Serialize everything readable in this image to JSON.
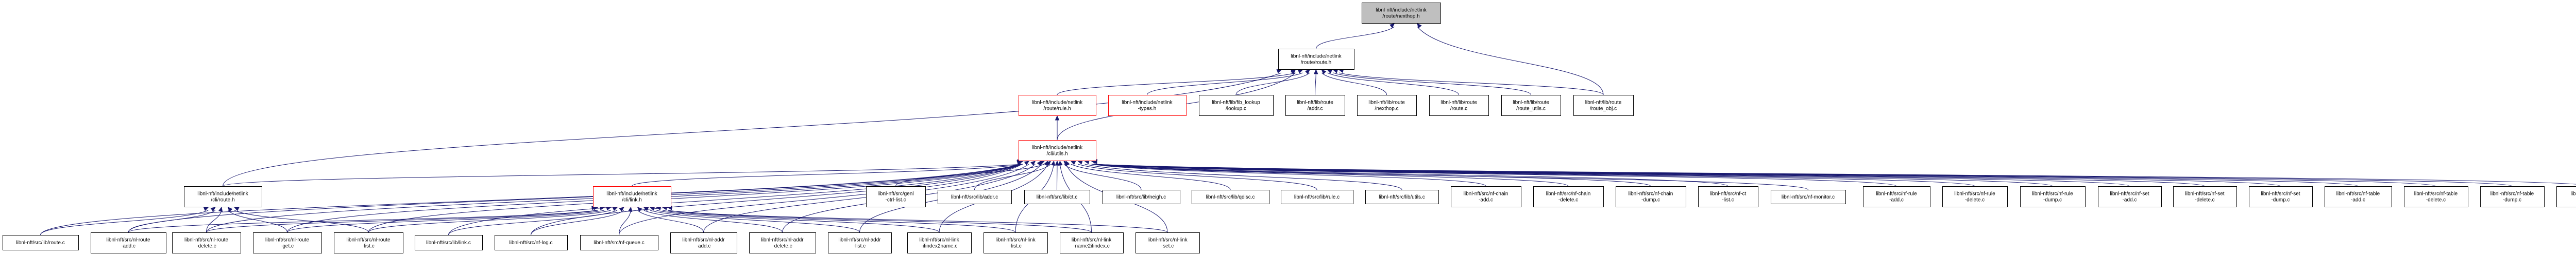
{
  "graph": {
    "colors": {
      "edge": "#191970",
      "highlight_fill": "#bfbfbf",
      "warning_border": "#ff0000",
      "border": "#000000"
    },
    "nodes": [
      {
        "id": "nexthop_h",
        "lines": [
          "libnl-nft/include/netlink",
          "/route/nexthop.h"
        ],
        "style": "highlight"
      },
      {
        "id": "route_h",
        "lines": [
          "libnl-nft/include/netlink",
          "/route/route.h"
        ],
        "style": "normal"
      },
      {
        "id": "rule_h",
        "lines": [
          "libnl-nft/include/netlink",
          "/route/rule.h"
        ],
        "style": "red"
      },
      {
        "id": "types_h",
        "lines": [
          "libnl-nft/include/netlink",
          "-types.h"
        ],
        "style": "red"
      },
      {
        "id": "lookup_c",
        "lines": [
          "libnl-nft/lib/fib_lookup",
          "/lookup.c"
        ],
        "style": "normal"
      },
      {
        "id": "addr_c",
        "lines": [
          "libnl-nft/lib/route",
          "/addr.c"
        ],
        "style": "normal"
      },
      {
        "id": "nexthop_c",
        "lines": [
          "libnl-nft/lib/route",
          "/nexthop.c"
        ],
        "style": "normal"
      },
      {
        "id": "route_c",
        "lines": [
          "libnl-nft/lib/route",
          "/route.c"
        ],
        "style": "normal"
      },
      {
        "id": "route_utils_c",
        "lines": [
          "libnl-nft/lib/route",
          "/route_utils.c"
        ],
        "style": "normal"
      },
      {
        "id": "route_obj_c",
        "lines": [
          "libnl-nft/lib/route",
          "/route_obj.c"
        ],
        "style": "normal"
      },
      {
        "id": "utils_h",
        "lines": [
          "libnl-nft/include/netlink",
          "/cli/utils.h"
        ],
        "style": "red"
      },
      {
        "id": "cli_route_h",
        "lines": [
          "libnl-nft/include/netlink",
          "/cli/route.h"
        ],
        "style": "normal"
      },
      {
        "id": "cli_link_h",
        "lines": [
          "libnl-nft/include/netlink",
          "/cli/link.h"
        ],
        "style": "red"
      },
      {
        "id": "genl_ctrl_list",
        "lines": [
          "libnl-nft/src/genl",
          "-ctrl-list.c"
        ],
        "style": "normal"
      },
      {
        "id": "lib_addr",
        "lines": [
          "libnl-nft/src/lib/addr.c"
        ],
        "style": "normal"
      },
      {
        "id": "lib_ct",
        "lines": [
          "libnl-nft/src/lib/ct.c"
        ],
        "style": "normal"
      },
      {
        "id": "lib_neigh",
        "lines": [
          "libnl-nft/src/lib/neigh.c"
        ],
        "style": "normal"
      },
      {
        "id": "lib_qdisc",
        "lines": [
          "libnl-nft/src/lib/qdisc.c"
        ],
        "style": "normal"
      },
      {
        "id": "lib_rule",
        "lines": [
          "libnl-nft/src/lib/rule.c"
        ],
        "style": "normal"
      },
      {
        "id": "lib_utils",
        "lines": [
          "libnl-nft/src/lib/utils.c"
        ],
        "style": "normal"
      },
      {
        "id": "chain_add",
        "lines": [
          "libnl-nft/src/nf-chain",
          "-add.c"
        ],
        "style": "normal"
      },
      {
        "id": "chain_delete",
        "lines": [
          "libnl-nft/src/nf-chain",
          "-delete.c"
        ],
        "style": "normal"
      },
      {
        "id": "chain_dump",
        "lines": [
          "libnl-nft/src/nf-chain",
          "-dump.c"
        ],
        "style": "normal"
      },
      {
        "id": "ct_list",
        "lines": [
          "libnl-nft/src/nf-ct",
          "-list.c"
        ],
        "style": "normal"
      },
      {
        "id": "monitor",
        "lines": [
          "libnl-nft/src/nf-monitor.c"
        ],
        "style": "normal"
      },
      {
        "id": "rule_add",
        "lines": [
          "libnl-nft/src/nf-rule",
          "-add.c"
        ],
        "style": "normal"
      },
      {
        "id": "rule_delete",
        "lines": [
          "libnl-nft/src/nf-rule",
          "-delete.c"
        ],
        "style": "normal"
      },
      {
        "id": "rule_dump",
        "lines": [
          "libnl-nft/src/nf-rule",
          "-dump.c"
        ],
        "style": "normal"
      },
      {
        "id": "set_add",
        "lines": [
          "libnl-nft/src/nf-set",
          "-add.c"
        ],
        "style": "normal"
      },
      {
        "id": "set_delete",
        "lines": [
          "libnl-nft/src/nf-set",
          "-delete.c"
        ],
        "style": "normal"
      },
      {
        "id": "set_dump",
        "lines": [
          "libnl-nft/src/nf-set",
          "-dump.c"
        ],
        "style": "normal"
      },
      {
        "id": "table_add",
        "lines": [
          "libnl-nft/src/nf-table",
          "-add.c"
        ],
        "style": "normal"
      },
      {
        "id": "table_delete",
        "lines": [
          "libnl-nft/src/nf-table",
          "-delete.c"
        ],
        "style": "normal"
      },
      {
        "id": "table_dump",
        "lines": [
          "libnl-nft/src/nf-table",
          "-dump.c"
        ],
        "style": "normal"
      },
      {
        "id": "fib_lookup",
        "lines": [
          "libnl-nft/src/nl-fib",
          "-lookup.c"
        ],
        "style": "normal"
      },
      {
        "id": "src_lib_route",
        "lines": [
          "libnl-nft/src/lib/route.c"
        ],
        "style": "normal"
      },
      {
        "id": "nl_route_add",
        "lines": [
          "libnl-nft/src/nl-route",
          "-add.c"
        ],
        "style": "normal"
      },
      {
        "id": "nl_route_delete",
        "lines": [
          "libnl-nft/src/nl-route",
          "-delete.c"
        ],
        "style": "normal"
      },
      {
        "id": "nl_route_get",
        "lines": [
          "libnl-nft/src/nl-route",
          "-get.c"
        ],
        "style": "normal"
      },
      {
        "id": "nl_route_list",
        "lines": [
          "libnl-nft/src/nl-route",
          "-list.c"
        ],
        "style": "normal"
      },
      {
        "id": "src_lib_link",
        "lines": [
          "libnl-nft/src/lib/link.c"
        ],
        "style": "normal"
      },
      {
        "id": "nf_log",
        "lines": [
          "libnl-nft/src/nf-log.c"
        ],
        "style": "normal"
      },
      {
        "id": "nf_queue",
        "lines": [
          "libnl-nft/src/nf-queue.c"
        ],
        "style": "normal"
      },
      {
        "id": "nl_addr_add",
        "lines": [
          "libnl-nft/src/nl-addr",
          "-add.c"
        ],
        "style": "normal"
      },
      {
        "id": "nl_addr_delete",
        "lines": [
          "libnl-nft/src/nl-addr",
          "-delete.c"
        ],
        "style": "normal"
      },
      {
        "id": "nl_addr_list",
        "lines": [
          "libnl-nft/src/nl-addr",
          "-list.c"
        ],
        "style": "normal"
      },
      {
        "id": "nl_link_ifindex2name",
        "lines": [
          "libnl-nft/src/nl-link",
          "-ifindex2name.c"
        ],
        "style": "normal"
      },
      {
        "id": "nl_link_list",
        "lines": [
          "libnl-nft/src/nl-link",
          "-list.c"
        ],
        "style": "normal"
      },
      {
        "id": "nl_link_name2ifindex",
        "lines": [
          "libnl-nft/src/nl-link",
          "-name2ifindex.c"
        ],
        "style": "normal"
      },
      {
        "id": "nl_link_set",
        "lines": [
          "libnl-nft/src/nl-link",
          "-set.c"
        ],
        "style": "normal"
      }
    ],
    "edges": [
      [
        "route_h",
        "nexthop_h"
      ],
      [
        "route_obj_c",
        "nexthop_h"
      ],
      [
        "rule_h",
        "route_h"
      ],
      [
        "types_h",
        "route_h"
      ],
      [
        "lookup_c",
        "route_h"
      ],
      [
        "addr_c",
        "route_h"
      ],
      [
        "nexthop_c",
        "route_h"
      ],
      [
        "route_c",
        "route_h"
      ],
      [
        "route_utils_c",
        "route_h"
      ],
      [
        "route_obj_c",
        "route_h"
      ],
      [
        "utils_h",
        "route_h"
      ],
      [
        "utils_h",
        "rule_h"
      ],
      [
        "cli_route_h",
        "route_h"
      ],
      [
        "cli_route_h",
        "utils_h"
      ],
      [
        "cli_link_h",
        "utils_h"
      ],
      [
        "genl_ctrl_list",
        "utils_h"
      ],
      [
        "lib_addr",
        "utils_h"
      ],
      [
        "lib_ct",
        "utils_h"
      ],
      [
        "lib_neigh",
        "utils_h"
      ],
      [
        "lib_qdisc",
        "utils_h"
      ],
      [
        "lib_rule",
        "utils_h"
      ],
      [
        "lib_utils",
        "utils_h"
      ],
      [
        "chain_add",
        "utils_h"
      ],
      [
        "chain_delete",
        "utils_h"
      ],
      [
        "chain_dump",
        "utils_h"
      ],
      [
        "ct_list",
        "utils_h"
      ],
      [
        "monitor",
        "utils_h"
      ],
      [
        "rule_add",
        "utils_h"
      ],
      [
        "rule_delete",
        "utils_h"
      ],
      [
        "rule_dump",
        "utils_h"
      ],
      [
        "set_add",
        "utils_h"
      ],
      [
        "set_delete",
        "utils_h"
      ],
      [
        "set_dump",
        "utils_h"
      ],
      [
        "table_add",
        "utils_h"
      ],
      [
        "table_delete",
        "utils_h"
      ],
      [
        "table_dump",
        "utils_h"
      ],
      [
        "fib_lookup",
        "utils_h"
      ],
      [
        "src_lib_route",
        "cli_route_h"
      ],
      [
        "nl_route_add",
        "cli_route_h"
      ],
      [
        "nl_route_delete",
        "cli_route_h"
      ],
      [
        "nl_route_get",
        "cli_route_h"
      ],
      [
        "nl_route_list",
        "cli_route_h"
      ],
      [
        "nl_route_add",
        "cli_link_h"
      ],
      [
        "nl_route_delete",
        "cli_link_h"
      ],
      [
        "nl_route_get",
        "cli_link_h"
      ],
      [
        "nl_route_list",
        "cli_link_h"
      ],
      [
        "src_lib_link",
        "cli_link_h"
      ],
      [
        "nf_log",
        "cli_link_h"
      ],
      [
        "nf_queue",
        "cli_link_h"
      ],
      [
        "nl_addr_add",
        "cli_link_h"
      ],
      [
        "nl_addr_delete",
        "cli_link_h"
      ],
      [
        "nl_addr_list",
        "cli_link_h"
      ],
      [
        "nl_link_ifindex2name",
        "cli_link_h"
      ],
      [
        "nl_link_list",
        "cli_link_h"
      ],
      [
        "nl_link_name2ifindex",
        "cli_link_h"
      ],
      [
        "nl_link_set",
        "cli_link_h"
      ],
      [
        "src_lib_route",
        "utils_h"
      ],
      [
        "nl_route_add",
        "utils_h"
      ],
      [
        "nl_route_delete",
        "utils_h"
      ],
      [
        "nl_route_get",
        "utils_h"
      ],
      [
        "nl_route_list",
        "utils_h"
      ],
      [
        "src_lib_link",
        "utils_h"
      ],
      [
        "nf_log",
        "utils_h"
      ],
      [
        "nf_queue",
        "utils_h"
      ],
      [
        "nl_addr_add",
        "utils_h"
      ],
      [
        "nl_addr_delete",
        "utils_h"
      ],
      [
        "nl_addr_list",
        "utils_h"
      ],
      [
        "nl_link_ifindex2name",
        "utils_h"
      ],
      [
        "nl_link_list",
        "utils_h"
      ],
      [
        "nl_link_name2ifindex",
        "utils_h"
      ],
      [
        "nl_link_set",
        "utils_h"
      ]
    ]
  }
}
